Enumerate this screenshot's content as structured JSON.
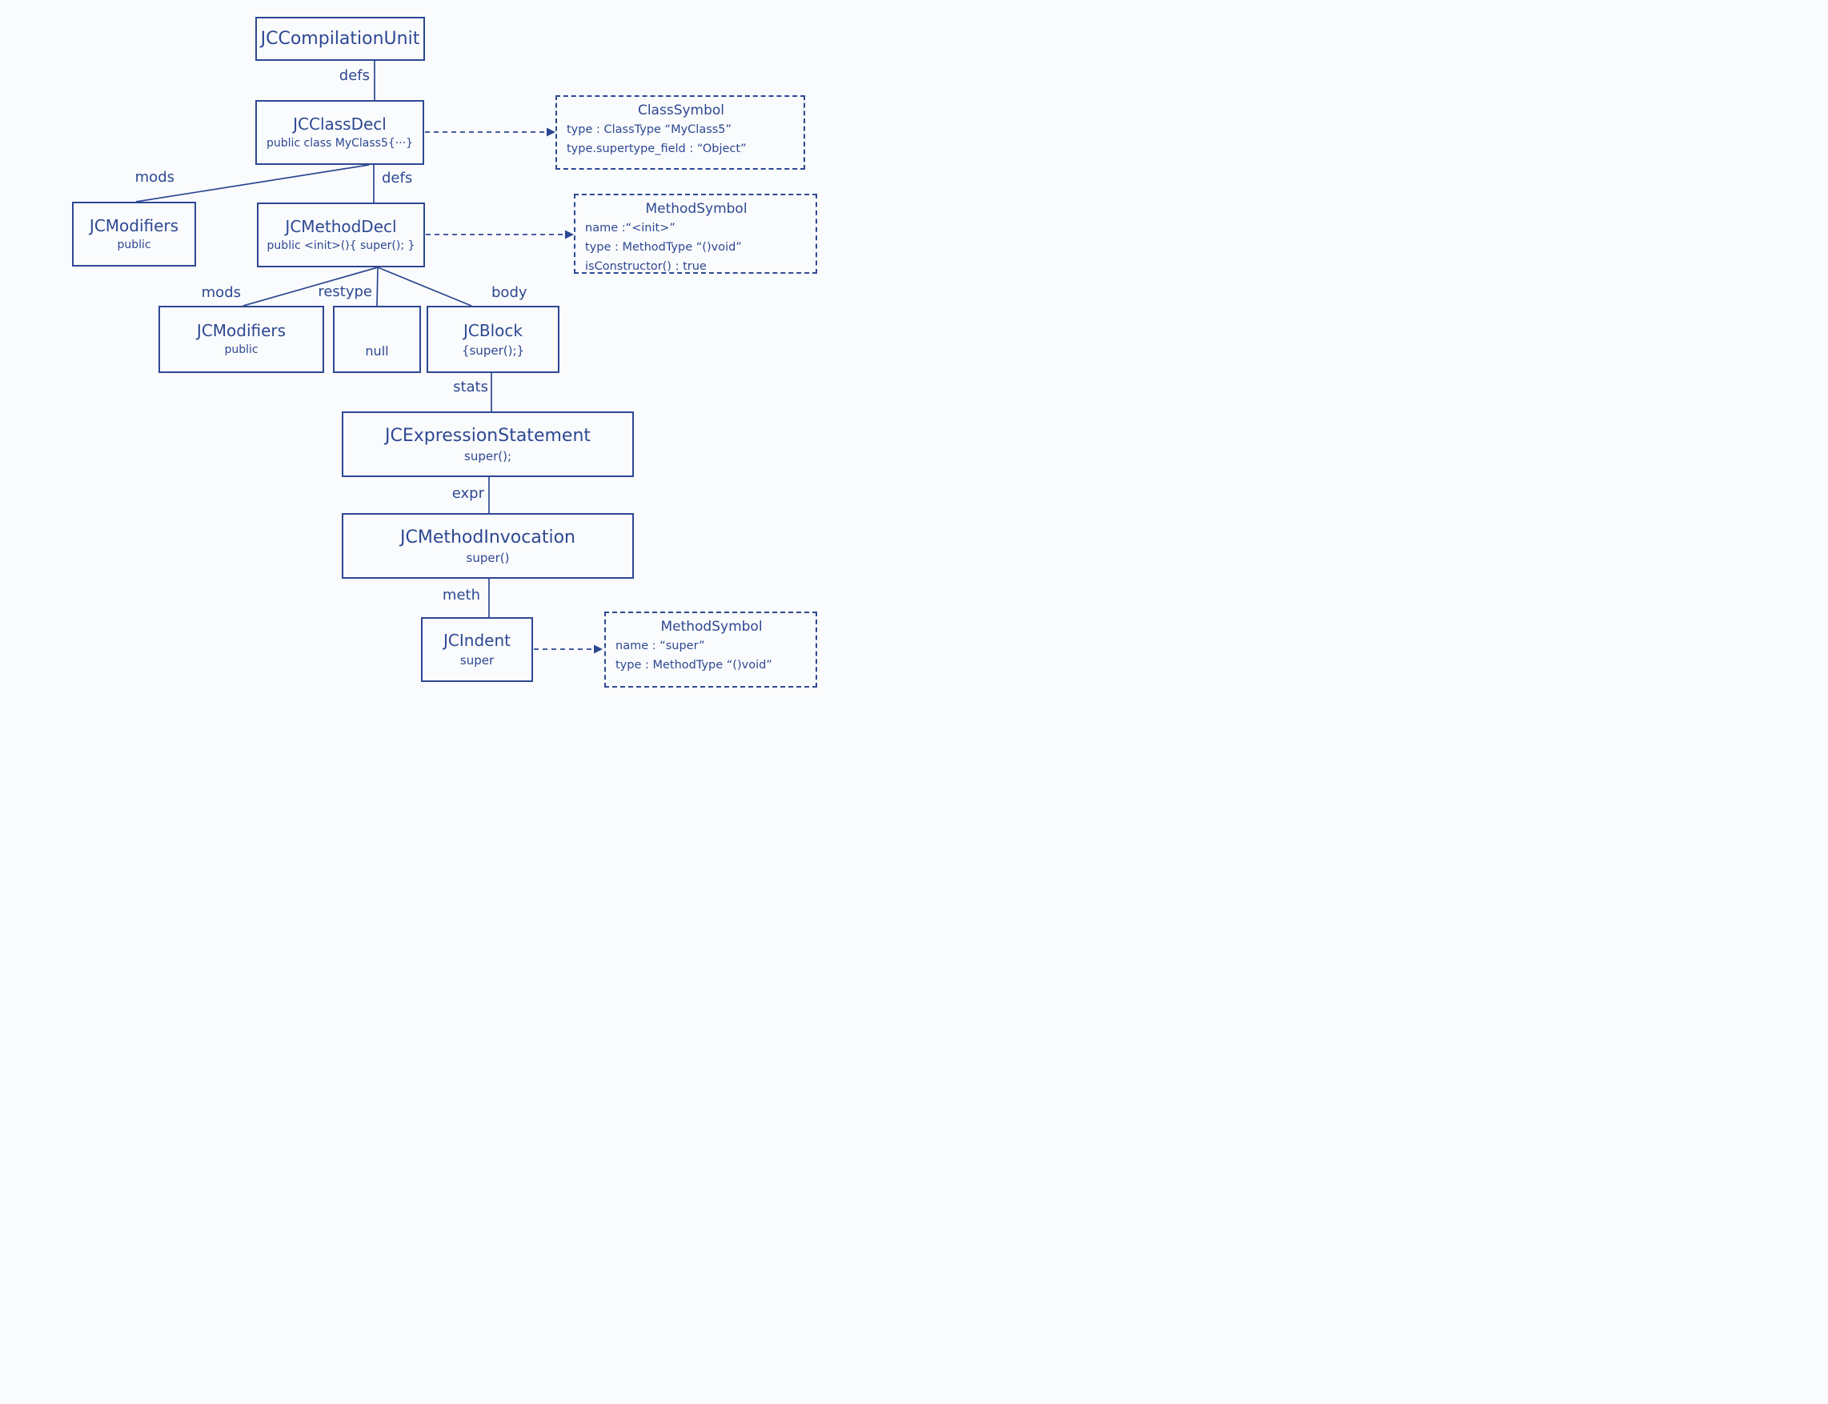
{
  "diagram": {
    "description": "javac AST tree for a class constructor with implicit super() call",
    "colors": {
      "ink": "#2d4892",
      "background": "#fafbfc"
    },
    "nodes": {
      "jc_compilation_unit": {
        "title": "JCCompilationUnit"
      },
      "jc_class_decl": {
        "title": "JCClassDecl",
        "subtitle": "public class MyClass5{···}"
      },
      "class_symbol": {
        "title": "ClassSymbol",
        "lines": [
          "type : ClassType  “MyClass5”",
          "type.supertype_field :  “Object”"
        ]
      },
      "jc_modifiers_class": {
        "title": "JCModifiers",
        "subtitle": "public"
      },
      "jc_method_decl": {
        "title": "JCMethodDecl",
        "subtitle": "public <init>(){ super(); }"
      },
      "method_symbol_init": {
        "title": "MethodSymbol",
        "lines": [
          "name :“<init>”",
          "type : MethodType “()void”",
          "isConstructor() : true"
        ]
      },
      "jc_modifiers_method": {
        "title": "JCModifiers",
        "subtitle": "public"
      },
      "null_node": {
        "title": "null"
      },
      "jc_block": {
        "title": "JCBlock",
        "subtitle": "{super();}"
      },
      "jc_expression_statement": {
        "title": "JCExpressionStatement",
        "subtitle": "super();"
      },
      "jc_method_invocation": {
        "title": "JCMethodInvocation",
        "subtitle": "super()"
      },
      "jc_indent": {
        "title": "JCIndent",
        "subtitle": "super"
      },
      "method_symbol_super": {
        "title": "MethodSymbol",
        "lines": [
          "name : “super”",
          "type : MethodType “()void”"
        ]
      }
    },
    "edges": {
      "defs_top": "defs",
      "mods_class": "mods",
      "defs_method": "defs",
      "mods_method": "mods",
      "restype": "restype",
      "body": "body",
      "stats": "stats",
      "expr": "expr",
      "meth": "meth"
    }
  }
}
